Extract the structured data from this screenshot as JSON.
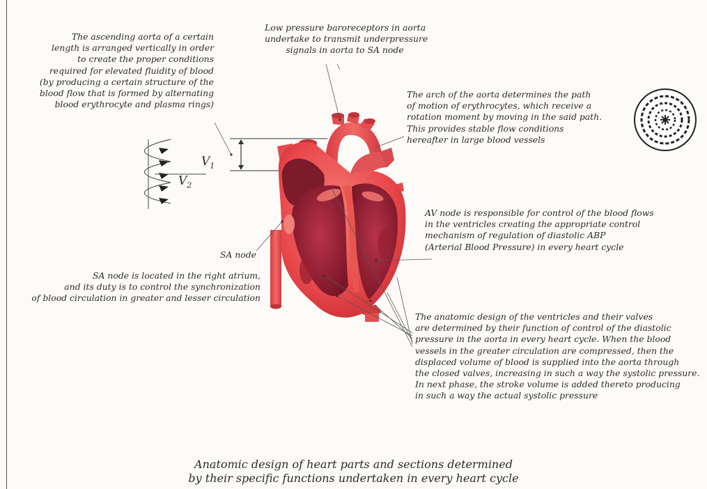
{
  "annotations": {
    "ascending_aorta": [
      "The ascending aorta of a certain",
      "length is arranged vertically in order",
      "to create the proper conditions",
      "required for elevated fluidity of blood",
      "(by producing a certain structure of the",
      "blood flow that is formed by alternating",
      "blood erythrocyte and plasma rings)"
    ],
    "baroreceptors": [
      "Low pressure baroreceptors in aorta",
      "undertake to transmit underpressure",
      "signals in aorta to SA node"
    ],
    "aortic_arch": [
      "The arch of the aorta determines the path",
      "of motion of erythrocytes, which receive a",
      "rotation moment by moving in the said path.",
      "This provides stable flow conditions",
      "hereafter in large blood vessels"
    ],
    "av_node": [
      "AV node is responsible for control of the blood flows",
      "in the ventricles creating the appropriate control",
      "mechanism of regulation of diastolic ABP",
      "(Arterial Blood Pressure) in every heart cycle"
    ],
    "sa_node_title": "SA node",
    "sa_node": [
      "SA node is located in the right atrium,",
      "and its duty is to control the synchronization",
      "of blood circulation in greater and lesser circulation"
    ],
    "ventricles": [
      "The anatomic design of the ventricles and their valves",
      "are determined by their function of control of the diastolic",
      "pressure in the aorta in every heart cycle. When the blood",
      "vessels in the greater circulation are compressed, then the",
      "displaced volume of blood is supplied into the aorta through",
      "the closed valves, increasing in such a way the systolic pressure.",
      "In next phase, the stroke volume is added thereto producing",
      "in such a way the actual systolic pressure"
    ]
  },
  "velocity_labels": {
    "v1": "V",
    "v1_sub": "1",
    "v2": "V",
    "v2_sub": "2"
  },
  "caption": [
    "Anatomic design of heart parts and sections determined",
    "by their specific functions undertaken in every heart cycle"
  ],
  "colors": {
    "heart_outer": "#e8474a",
    "heart_light": "#f47a72",
    "heart_dark": "#8f1e2c",
    "heart_interior": "#a8243a",
    "vessel": "#e24d4f",
    "leader_line": "#555555",
    "ink": "#2a2a2a"
  },
  "icons": [
    "erythrocyte-rings-icon",
    "helical-flow-icon"
  ]
}
